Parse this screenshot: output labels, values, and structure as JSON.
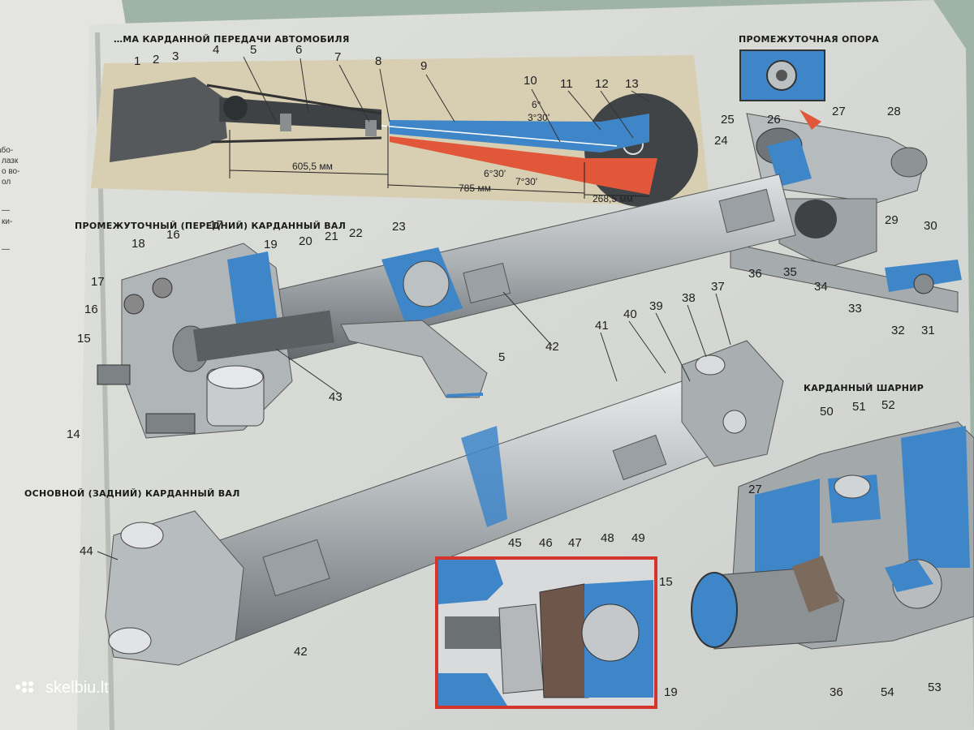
{
  "titles": {
    "top": "…МА КАРДАННОЙ ПЕРЕДАЧИ АВТОМОБИЛЯ",
    "support": "ПРОМЕЖУТОЧНАЯ ОПОРА",
    "front_shaft": "ПРОМЕЖУТОЧНЫЙ (ПЕРЕДНИЙ) КАРДАННЫЙ ВАЛ",
    "rear_shaft": "ОСНОВНОЙ (ЗАДНИЙ) КАРДАННЫЙ ВАЛ",
    "joint": "КАРДАННЫЙ ШАРНИР"
  },
  "dimensions": {
    "d1": "605,5 мм",
    "d2": "785 мм",
    "d3": "268,5 мм",
    "a1": "6°",
    "a2": "3°30'",
    "a3": "6°30'",
    "a4": "7°30'"
  },
  "left_page_fragments": [
    "або-",
    "лазк",
    "о во-",
    "ол",
    "—",
    "ки-",
    "—"
  ],
  "watermark": "skelbiu.lt",
  "callouts": {
    "c1": "1",
    "c2": "2",
    "c3": "3",
    "c4": "4",
    "c5": "5",
    "c6": "6",
    "c7": "7",
    "c8": "8",
    "c9": "9",
    "c10": "10",
    "c11": "11",
    "c12": "12",
    "c13": "13",
    "c14": "14",
    "c15": "15",
    "c16": "16",
    "c17": "17",
    "c18": "18",
    "c19": "19",
    "c20": "20",
    "c21": "21",
    "c22": "22",
    "c23": "23",
    "c24": "24",
    "c25": "25",
    "c26": "26",
    "c27": "27",
    "c28": "28",
    "c29": "29",
    "c30": "30",
    "c31": "31",
    "c32": "32",
    "c33": "33",
    "c34": "34",
    "c35": "35",
    "c36": "36",
    "c37": "37",
    "c38": "38",
    "c39": "39",
    "c40": "40",
    "c41": "41",
    "c42": "42",
    "c43": "43",
    "c44": "44",
    "c45": "45",
    "c46": "46",
    "c47": "47",
    "c48": "48",
    "c49": "49",
    "c50": "50",
    "c51": "51",
    "c52": "52",
    "c53": "53",
    "c54": "54"
  },
  "colors": {
    "cutaway_blue": "#3f86c9",
    "cutaway_red": "#e0573a",
    "metal": "#a8adaf",
    "inset_border": "#d5352c",
    "paper": "#e6e7e1"
  }
}
